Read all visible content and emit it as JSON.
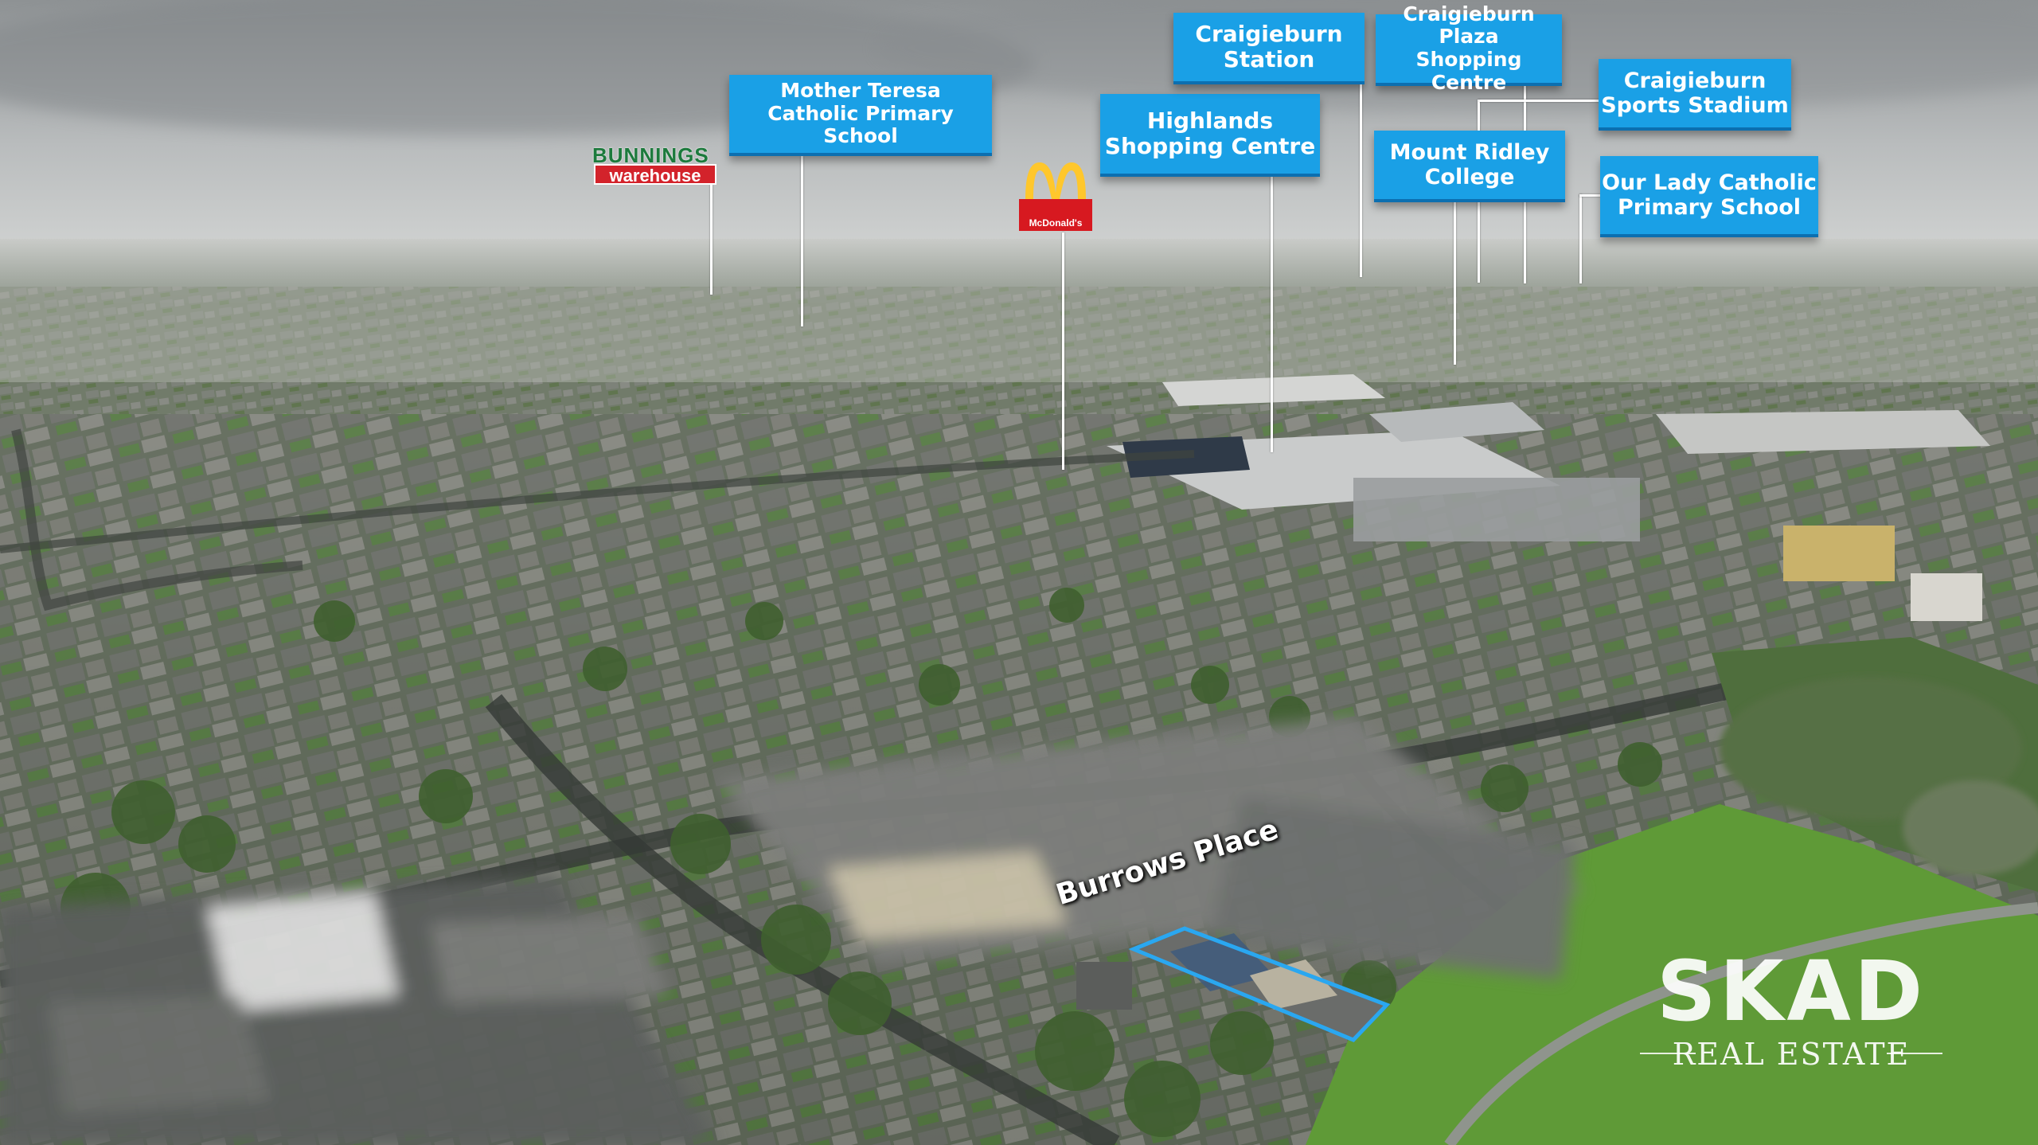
{
  "labels": {
    "mother_teresa": "Mother Teresa\nCatholic Primary School",
    "highlands": "Highlands\nShopping Centre",
    "craigieburn_station": "Craigieburn\nStation",
    "craigieburn_plaza": "Craigieburn Plaza\nShopping Centre",
    "sports_stadium": "Craigieburn\nSports Stadium",
    "mount_ridley": "Mount Ridley\nCollege",
    "our_lady": "Our Lady Catholic\nPrimary School"
  },
  "logos": {
    "bunnings_top": "BUNNINGS",
    "bunnings_bottom": "warehouse",
    "mcdonalds": "McDonald's"
  },
  "street": "Burrows Place",
  "brand": {
    "name": "SKAD",
    "sub": "REAL ESTATE"
  },
  "colors": {
    "callout_blue": "#1aa0e6",
    "outline_blue": "#2aa7f0",
    "bunnings_green": "#1c7a3c",
    "bunnings_red": "#d3232b",
    "mcd_red": "#d71920",
    "mcd_yellow": "#ffc72c"
  }
}
